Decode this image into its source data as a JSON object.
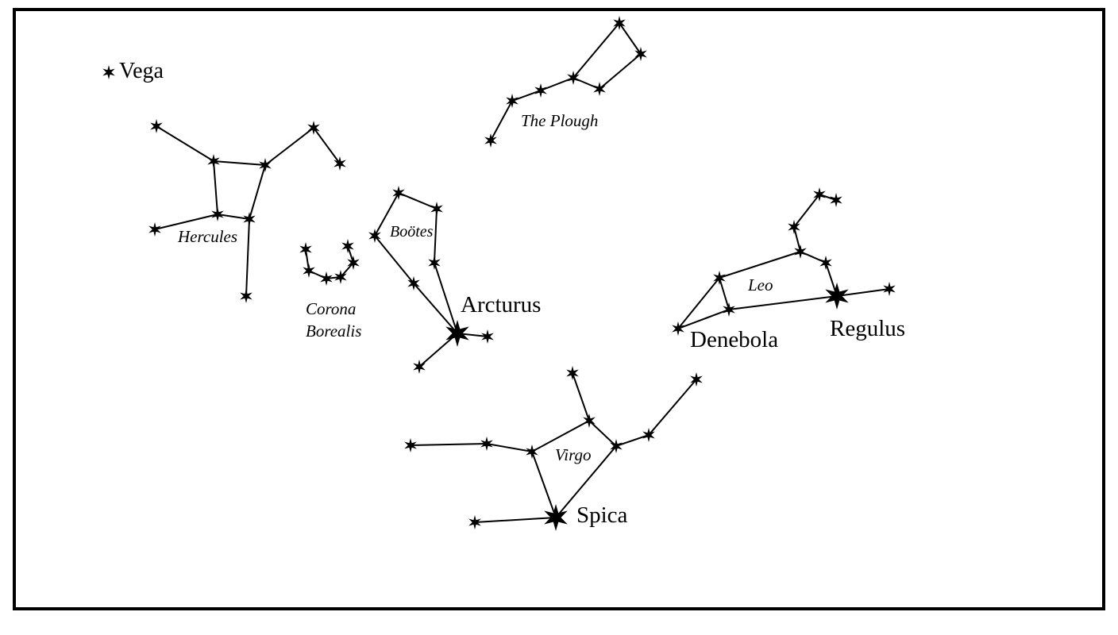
{
  "labels": {
    "vega": "Vega",
    "plough": "The Plough",
    "hercules": "Hercules",
    "corona_line1": "Corona",
    "corona_line2": "Borealis",
    "bootes": "Boötes",
    "arcturus": "Arcturus",
    "leo": "Leo",
    "denebola": "Denebola",
    "regulus": "Regulus",
    "virgo": "Virgo",
    "spica": "Spica"
  }
}
